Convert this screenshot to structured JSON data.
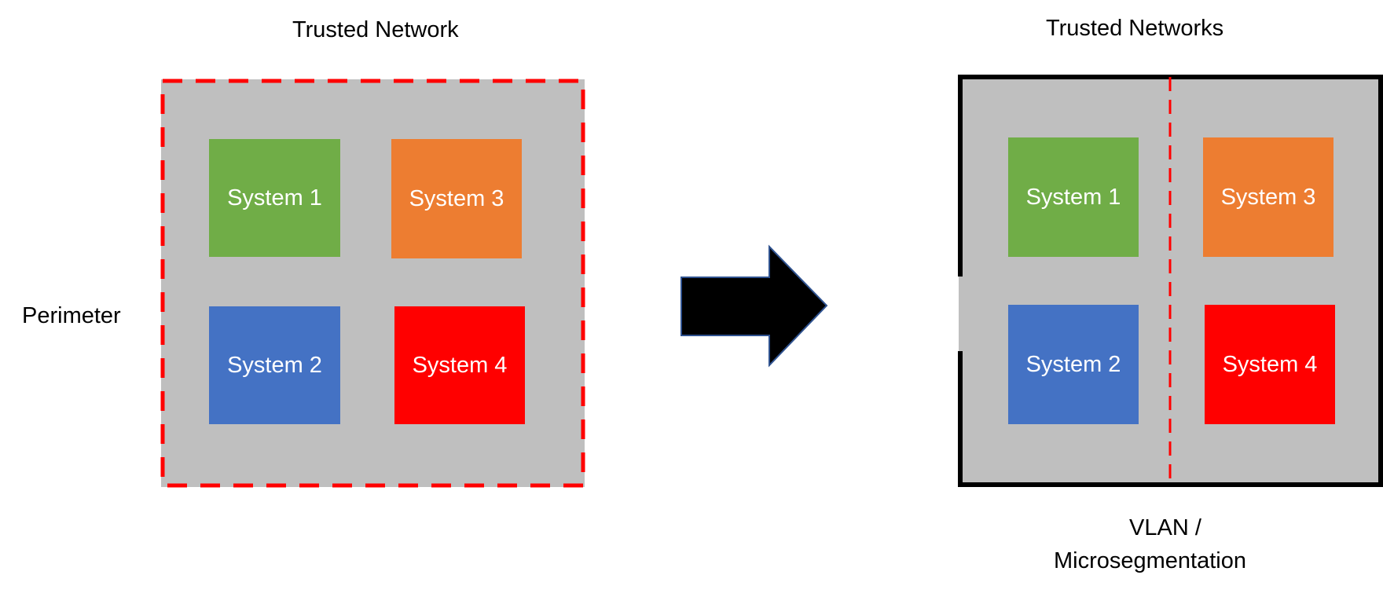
{
  "left_panel": {
    "title": "Trusted Network",
    "side_label": "Perimeter",
    "border_color": "#ff0000",
    "systems": [
      {
        "label": "System 1",
        "color": "#70ad47"
      },
      {
        "label": "System 3",
        "color": "#ed7d31"
      },
      {
        "label": "System 2",
        "color": "#4472c4"
      },
      {
        "label": "System 4",
        "color": "#ff0000"
      }
    ]
  },
  "arrow": {
    "direction": "right",
    "color": "#000000",
    "outline_color": "#2f528f"
  },
  "right_panel": {
    "title": "Trusted Networks",
    "caption_line1": "VLAN /",
    "caption_line2": "Microsegmentation",
    "border_color": "#000000",
    "divider_color": "#ff0000",
    "systems": [
      {
        "label": "System 1",
        "color": "#70ad47"
      },
      {
        "label": "System 3",
        "color": "#ed7d31"
      },
      {
        "label": "System 2",
        "color": "#4472c4"
      },
      {
        "label": "System 4",
        "color": "#ff0000"
      }
    ]
  },
  "zone_fill": "#bfbfbf"
}
